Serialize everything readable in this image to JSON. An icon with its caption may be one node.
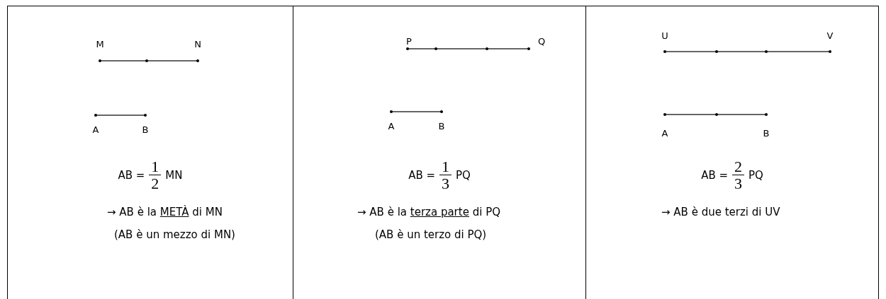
{
  "diagram": {
    "nodes": [
      {
        "text": [
          "M",
          "N",
          "A",
          "B",
          "AB =",
          "1",
          "2",
          "MN",
          "→ AB è la",
          "METÀ",
          "di MN",
          "(AB è un mezzo di MN)"
        ]
      },
      {
        "text": [
          "P",
          "Q",
          "A",
          "B",
          "AB =",
          "1",
          "3",
          "PQ",
          "→ AB è la",
          "terza parte",
          "di PQ",
          "(AB è un terzo di PQ)"
        ]
      },
      {
        "text": [
          "U",
          "V",
          "A",
          "B",
          "AB =",
          "2",
          "3",
          "PQ",
          "→ AB è due terzi di UV"
        ]
      }
    ]
  }
}
